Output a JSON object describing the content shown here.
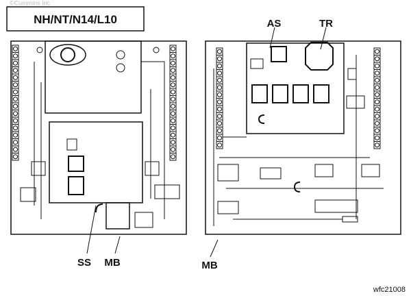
{
  "title": "NH/NT/N14/L10",
  "watermark": "©Cummins Inc",
  "callouts": {
    "as": "AS",
    "tr": "TR",
    "ss": "SS",
    "mb_left": "MB",
    "mb_right": "MB"
  },
  "figure_ref": "wfc21008"
}
